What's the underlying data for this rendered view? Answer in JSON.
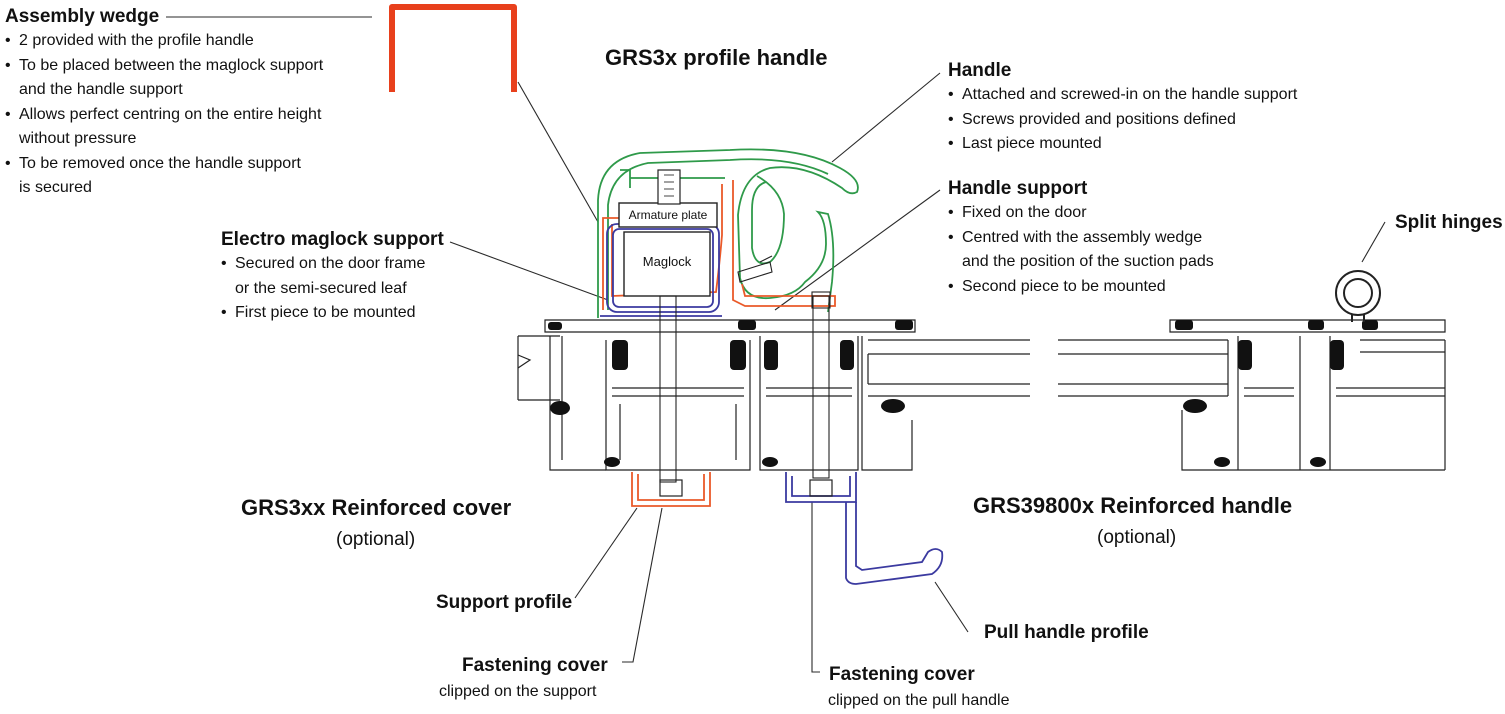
{
  "assembly_wedge": {
    "title": "Assembly wedge",
    "bullets": [
      "2 provided with the profile handle",
      "To be placed between the maglock support\nand the handle support",
      "Allows perfect centring on the entire height\nwithout pressure",
      "To be removed once the handle support\nis secured"
    ]
  },
  "profile_handle_title": "GRS3x profile handle",
  "handle": {
    "title": "Handle",
    "bullets": [
      "Attached and screwed-in on the handle support",
      "Screws provided and positions defined",
      "Last piece mounted"
    ]
  },
  "handle_support": {
    "title": "Handle support",
    "bullets": [
      "Fixed on the door",
      "Centred with the assembly wedge\nand the position of the suction pads",
      "Second piece to be mounted"
    ]
  },
  "split_hinges": "Split hinges",
  "maglock_support": {
    "title": "Electro maglock support",
    "bullets": [
      "Secured on the door frame\nor the semi-secured leaf",
      "First piece to be mounted"
    ]
  },
  "armature_plate": "Armature plate",
  "maglock": "Maglock",
  "reinforced_cover": {
    "title": "GRS3xx Reinforced cover",
    "note": "(optional)"
  },
  "reinforced_handle": {
    "title": "GRS39800x Reinforced handle",
    "note": "(optional)"
  },
  "support_profile": "Support profile",
  "fastening_cover_left": {
    "title": "Fastening cover",
    "note": "clipped on the support"
  },
  "pull_handle_profile": "Pull handle profile",
  "fastening_cover_right": {
    "title": "Fastening cover",
    "note": "clipped on the pull handle"
  },
  "colors": {
    "wedge": "#e8401c",
    "handle": "#2f9a4a",
    "maglock": "#3b3aa0",
    "support": "#ea5a2a",
    "line": "#2a2a2a"
  }
}
